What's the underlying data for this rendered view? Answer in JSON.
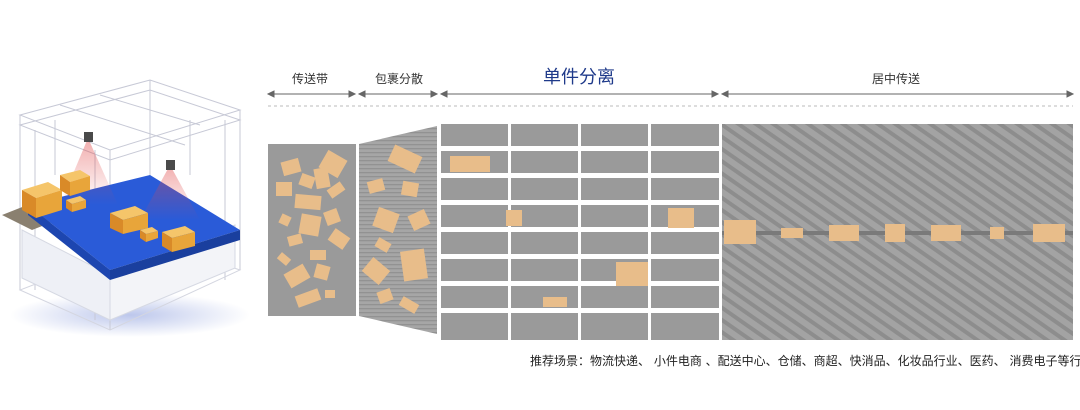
{
  "stages": [
    {
      "label": "传送带"
    },
    {
      "label": "包裹分散"
    },
    {
      "label": "单件分离"
    },
    {
      "label": "居中传送"
    }
  ],
  "footer": {
    "text": "推荐场景：物流快递、 小件电商 、配送中心、仓储、商超、快消品、化妆品行业、医药、 消费电子等行业"
  },
  "colors": {
    "belt_gray": "#9a9a9a",
    "parcel": "#e8bd8a",
    "title_blue": "#1f3a8a",
    "conveyor_blue": "#2a5bd8",
    "box_orange": "#e8a53a",
    "sensor_red": "#e04848"
  }
}
